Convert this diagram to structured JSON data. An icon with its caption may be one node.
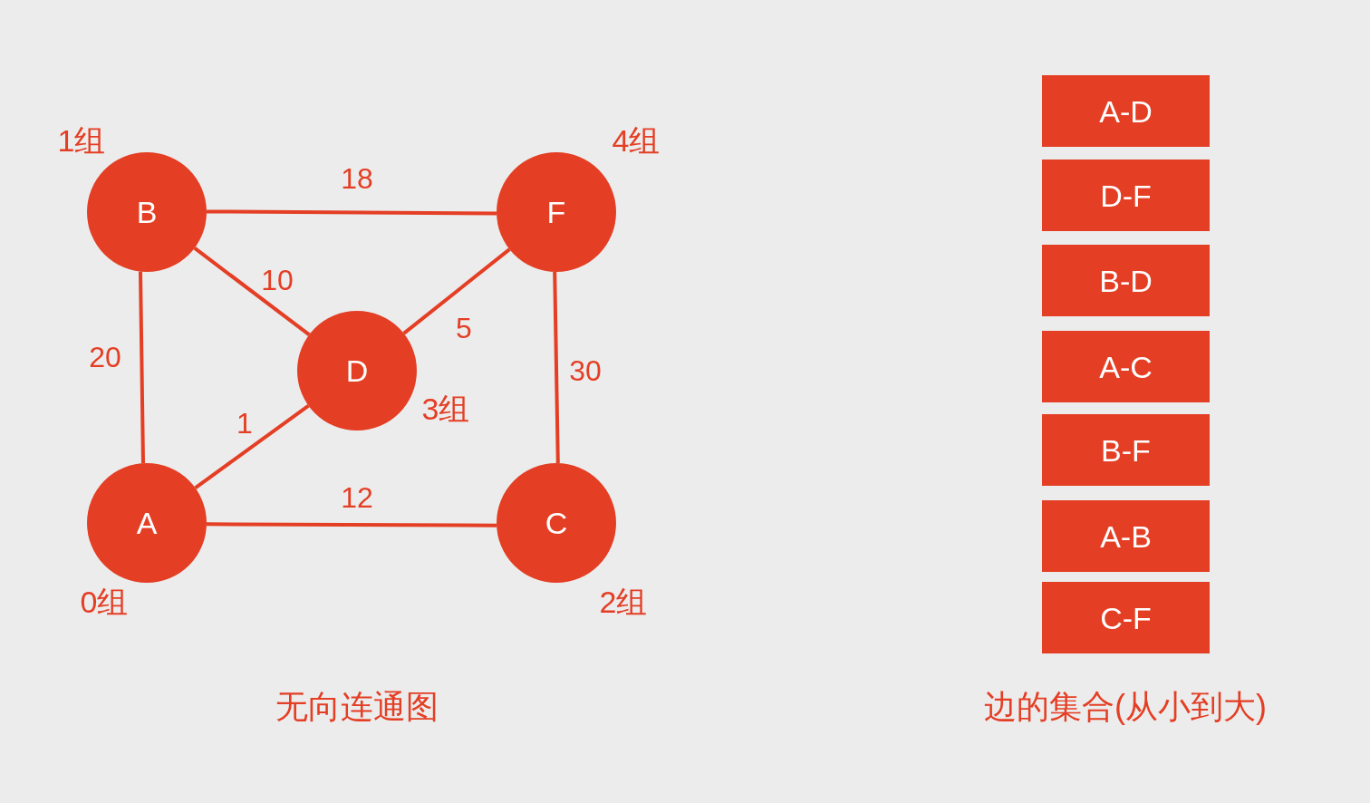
{
  "diagram": {
    "nodes": [
      {
        "text": [
          "B"
        ],
        "beside": [
          "1组"
        ]
      },
      {
        "text": [
          "F"
        ],
        "beside": [
          "4组"
        ]
      },
      {
        "text": [
          "D"
        ],
        "beside": [
          "3组"
        ]
      },
      {
        "text": [
          "A"
        ],
        "beside": [
          "0组"
        ]
      },
      {
        "text": [
          "C"
        ],
        "beside": [
          "2组"
        ]
      },
      {
        "text": [
          "A-D"
        ]
      },
      {
        "text": [
          "D-F"
        ]
      },
      {
        "text": [
          "B-D"
        ]
      },
      {
        "text": [
          "A-C"
        ]
      },
      {
        "text": [
          "B-F"
        ]
      },
      {
        "text": [
          "A-B"
        ]
      },
      {
        "text": [
          "C-F"
        ]
      }
    ],
    "edges": [
      {
        "from": 0,
        "to": 1,
        "arrow": "none",
        "label": "18"
      },
      {
        "from": 0,
        "to": 2,
        "arrow": "none",
        "label": "10"
      },
      {
        "from": 2,
        "to": 1,
        "arrow": "none",
        "label": "5"
      },
      {
        "from": 0,
        "to": 3,
        "arrow": "none",
        "label": "20"
      },
      {
        "from": 1,
        "to": 4,
        "arrow": "none",
        "label": "30"
      },
      {
        "from": 3,
        "to": 2,
        "arrow": "none",
        "label": "1"
      },
      {
        "from": 3,
        "to": 4,
        "arrow": "none",
        "label": "12"
      }
    ],
    "labels": [
      "无向连通图",
      "边的集合(从小到大)"
    ]
  }
}
